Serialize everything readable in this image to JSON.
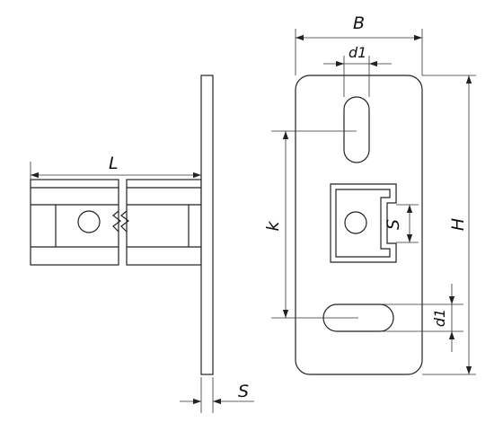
{
  "labels": {
    "L": "L",
    "S_thickness": "S",
    "B": "B",
    "d1_top": "d1",
    "k": "k",
    "S_slot": "S",
    "H": "H",
    "d1_side": "d1"
  },
  "colors": {
    "line": "#222222",
    "plate_fill": "#ececec",
    "background": "#ffffff"
  }
}
